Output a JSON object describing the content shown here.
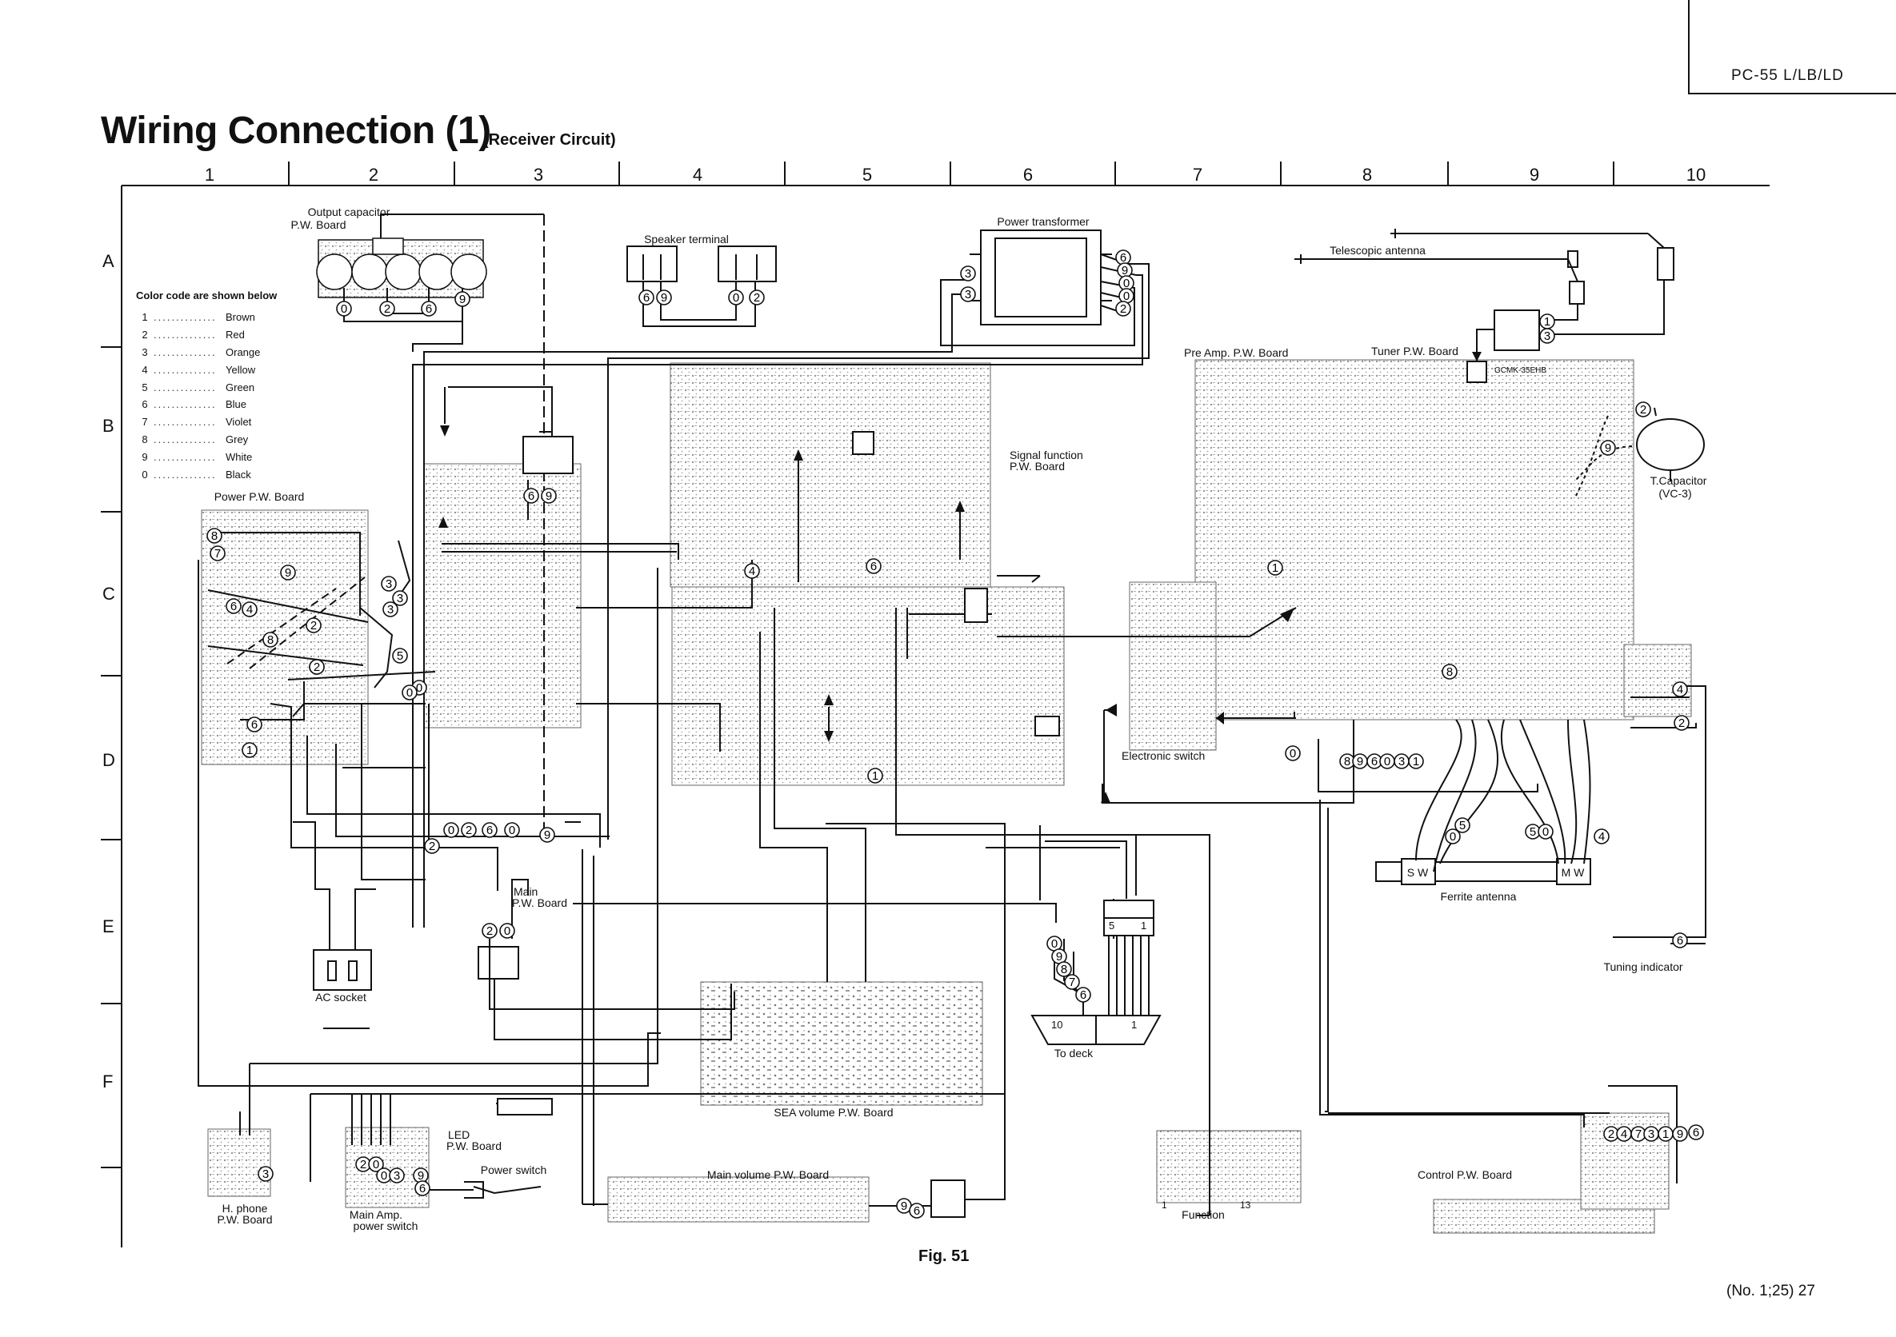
{
  "header": {
    "model": "PC-55 L/LB/LD",
    "title": "Wiring Connection (1)",
    "subtitle": "(Receiver Circuit)"
  },
  "grid": {
    "columns": [
      "1",
      "2",
      "3",
      "4",
      "5",
      "6",
      "7",
      "8",
      "9",
      "10"
    ],
    "rows": [
      "A",
      "B",
      "C",
      "D",
      "E",
      "F"
    ]
  },
  "legend": {
    "heading": "Color code are shown below",
    "items": [
      {
        "num": "1",
        "color": "Brown"
      },
      {
        "num": "2",
        "color": "Red"
      },
      {
        "num": "3",
        "color": "Orange"
      },
      {
        "num": "4",
        "color": "Yellow"
      },
      {
        "num": "5",
        "color": "Green"
      },
      {
        "num": "6",
        "color": "Blue"
      },
      {
        "num": "7",
        "color": "Violet"
      },
      {
        "num": "8",
        "color": "Grey"
      },
      {
        "num": "9",
        "color": "White"
      },
      {
        "num": "0",
        "color": "Black"
      }
    ],
    "dots": ".............."
  },
  "labels": {
    "output_capacitor": "Output capacitor",
    "output_capacitor_board": "P.W. Board",
    "speaker_terminal": "Speaker terminal",
    "power_transformer": "Power transformer",
    "telescopic_antenna": "Telescopic antenna",
    "pre_amp_board": "Pre Amp. P.W. Board",
    "tuner_board": "Tuner P.W. Board",
    "tuner_part": "GCMK-35EHB",
    "t_capacitor": "T.Capacitor",
    "t_capacitor_part": "(VC-3)",
    "power_board": "Power P.W. Board",
    "signal_function": "Signal function",
    "signal_function_board": "P.W. Board",
    "electronic_switch": "Electronic switch",
    "main": "Main",
    "main_board": "P.W. Board",
    "ferrite_antenna": "Ferrite antenna",
    "ac_socket": "AC socket",
    "to_deck": "To deck",
    "tuning_indicator": "Tuning indicator",
    "sea_volume_board": "SEA volume P.W. Board",
    "led": "LED",
    "led_board": "P.W. Board",
    "power_switch": "Power switch",
    "h_phone": "H. phone",
    "h_phone_board": "P.W. Board",
    "main_amp": "Main Amp.",
    "main_amp_switch": "power switch",
    "main_volume_board": "Main volume P.W. Board",
    "function": "Function",
    "control_board": "Control P.W. Board",
    "sw": "S W",
    "mw": "M W",
    "deck_10": "10",
    "deck_1": "1",
    "conn_5": "5",
    "conn_1": "1",
    "func_1": "1",
    "func_13": "13"
  },
  "footer": {
    "figure": "Fig. 51",
    "page": "(No. 1;25)  27"
  },
  "wire_numbers": {
    "output_cap": [
      "0",
      "2",
      "6",
      "9"
    ],
    "speaker_left": [
      "6",
      "9"
    ],
    "speaker_right": [
      "0",
      "2"
    ],
    "transformer_left": [
      "3",
      "3"
    ],
    "transformer_right": [
      "6",
      "9",
      "0",
      "0",
      "2"
    ],
    "t_cap": [
      "2",
      "9"
    ],
    "tuner_conn": [
      "1",
      "3"
    ],
    "main_row": [
      "0",
      "2",
      "6",
      "0",
      "9"
    ],
    "main_conn": [
      "2",
      "0"
    ],
    "deck_wires": [
      "0",
      "9",
      "8",
      "7",
      "6"
    ],
    "pre_amp_bottom": [
      "8",
      "9",
      "6",
      "0",
      "3",
      "1"
    ],
    "control_top": [
      "2",
      "4",
      "7",
      "3",
      "1",
      "9",
      "6"
    ],
    "sw_wires": [
      "0",
      "5"
    ],
    "mw_wires": [
      "5",
      "0",
      "4"
    ],
    "right_edge": [
      "4",
      "2",
      "6"
    ],
    "power_board_left": [
      "8",
      "7",
      "2",
      "9",
      "8",
      "4",
      "6",
      "1",
      "6",
      "2"
    ],
    "power_board_right": [
      "2",
      "5",
      "0",
      "3"
    ],
    "main_amp_wires": [
      "2",
      "0",
      "0",
      "3",
      "9",
      "6"
    ],
    "main_vol": [
      "9",
      "6"
    ],
    "misc": [
      "3",
      "3",
      "3",
      "6",
      "1",
      "0",
      "2",
      "9",
      "6",
      "4",
      "8",
      "1",
      "0"
    ]
  }
}
